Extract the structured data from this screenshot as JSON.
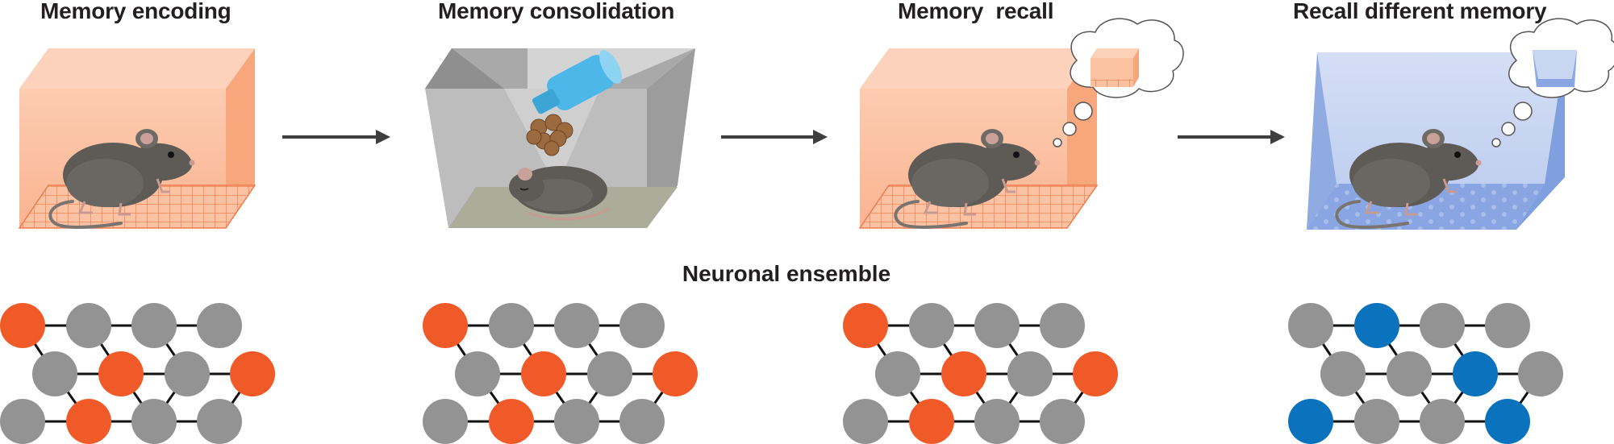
{
  "stages": [
    {
      "title": "Memory encoding",
      "context": "grid-box",
      "state": "awake",
      "ensemble": [
        "active",
        "inactive",
        "inactive",
        "inactive",
        "inactive",
        "active",
        "inactive",
        "active",
        "inactive",
        "active",
        "inactive",
        "inactive"
      ]
    },
    {
      "title": "Memory consolidation",
      "context": "home-cage",
      "state": "asleep",
      "ensemble": [
        "active",
        "inactive",
        "inactive",
        "inactive",
        "inactive",
        "active",
        "inactive",
        "active",
        "inactive",
        "active",
        "inactive",
        "inactive"
      ]
    },
    {
      "title": "Memory  recall",
      "context": "grid-box",
      "state": "awake",
      "thought": "grid-box",
      "ensemble": [
        "active",
        "inactive",
        "inactive",
        "inactive",
        "inactive",
        "active",
        "inactive",
        "active",
        "inactive",
        "active",
        "inactive",
        "inactive"
      ]
    },
    {
      "title": "Recall different memory",
      "context": "dotted-box",
      "state": "awake",
      "thought": "dotted-box",
      "ensemble": [
        "inactive",
        "alternate",
        "inactive",
        "inactive",
        "inactive",
        "inactive",
        "alternate",
        "inactive",
        "alternate",
        "inactive",
        "inactive",
        "alternate"
      ]
    }
  ],
  "ensemble_title": "Neuronal ensemble",
  "colors": {
    "active": "#f05a28",
    "inactive": "#939393",
    "alternate": "#0b73bd",
    "orange_box": "#fbb896",
    "blue_box": "#b7c8ec",
    "grey_cage": "#a8a8a8",
    "mouse": "#5e5a56",
    "arrow": "#3e3e3e"
  }
}
